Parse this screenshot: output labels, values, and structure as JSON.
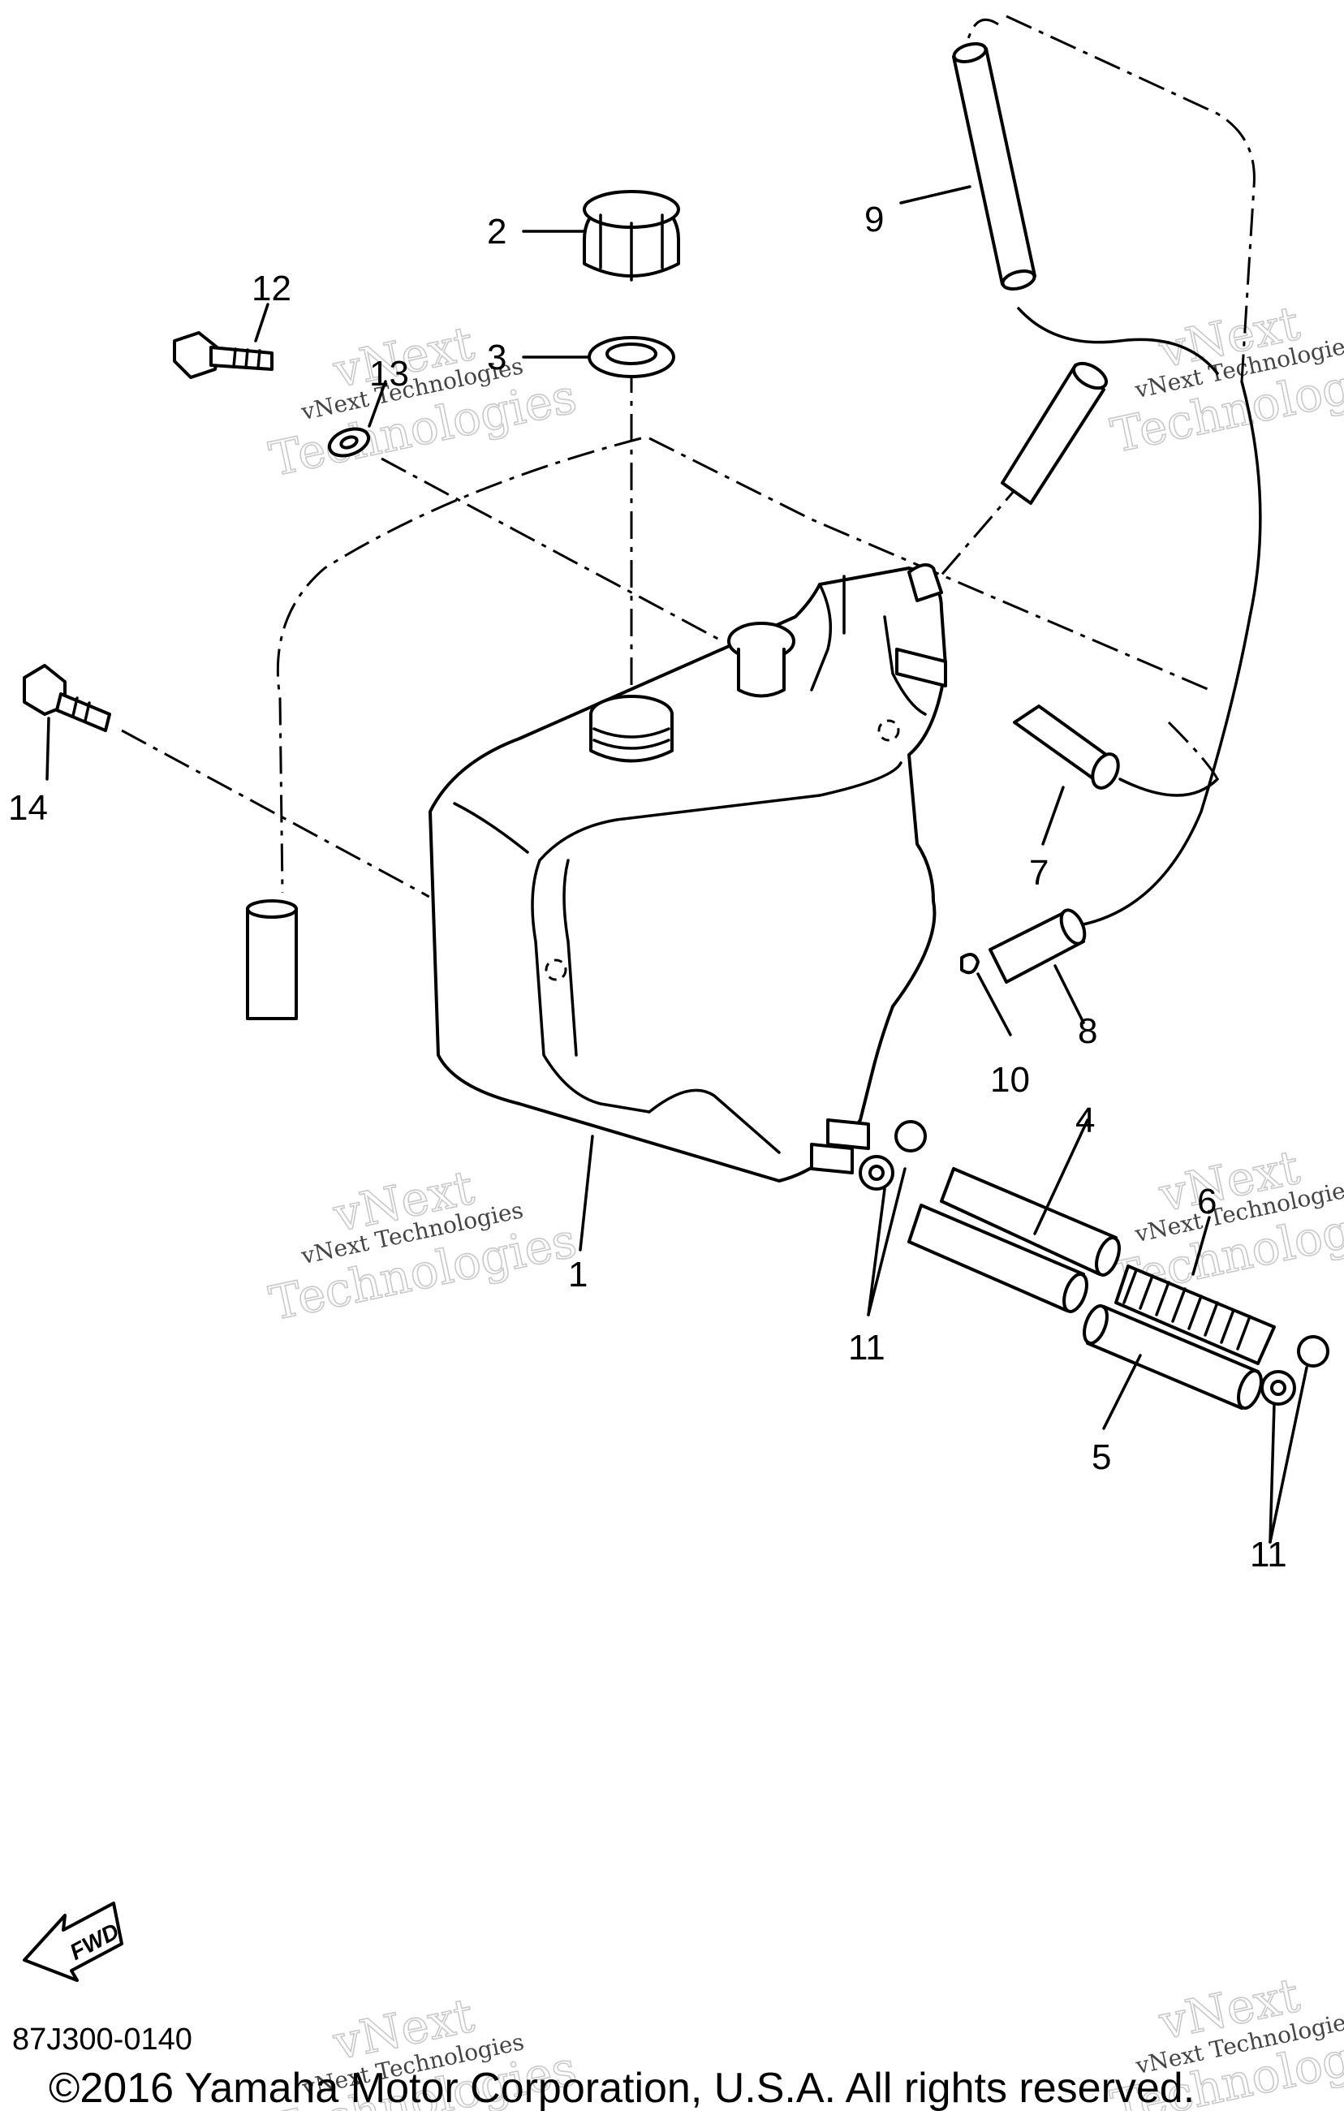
{
  "diagram": {
    "callouts": {
      "c1": "1",
      "c2": "2",
      "c3": "3",
      "c4": "4",
      "c5": "5",
      "c6": "6",
      "c7": "7",
      "c8": "8",
      "c9": "9",
      "c10": "10",
      "c11a": "11",
      "c11b": "11",
      "c12": "12",
      "c13": "13",
      "c14": "14"
    },
    "fwd_label": "FWD",
    "figure_code": "87J300-0140",
    "copyright": "©2016 Yamaha Motor Corporation, U.S.A. All rights reserved."
  },
  "watermark": {
    "line1": "vNext",
    "line2": "Technologies",
    "small": "vNext Technologies"
  }
}
